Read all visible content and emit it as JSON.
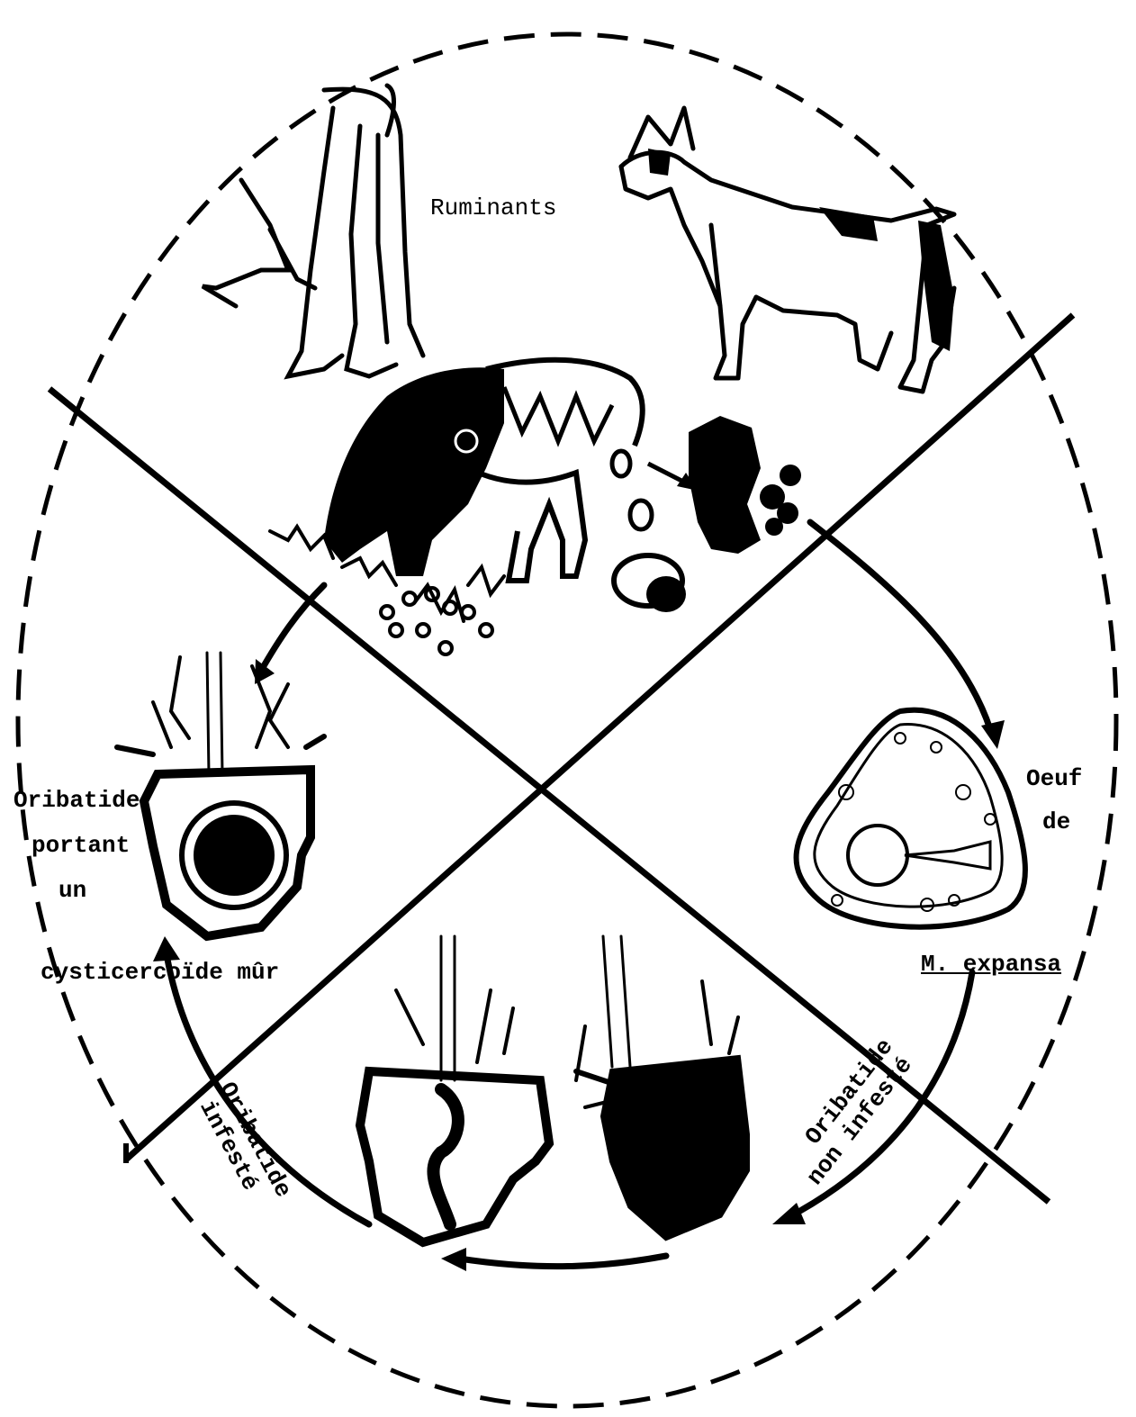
{
  "diagram": {
    "labels": {
      "ruminants": "Ruminants",
      "egg_line1": "Oeuf",
      "egg_line2": "de",
      "egg_line3": "M. expansa",
      "infested_line1": "Oribatide",
      "infested_line2": "infesté",
      "noninfested_line1": "Oribatide",
      "noninfested_line2": "non infesté",
      "mature_line1": "Oribatide",
      "mature_line2": "portant",
      "mature_line3": "un",
      "mature_line4": "cysticercoïde mûr"
    },
    "colors": {
      "ink": "#000000",
      "paper": "#ffffff"
    },
    "icons": [
      "cow-drawing",
      "goat-drawing",
      "grazing-sheep-drawing",
      "egg-drawing",
      "mite-drawing",
      "cycle-arrow"
    ]
  }
}
